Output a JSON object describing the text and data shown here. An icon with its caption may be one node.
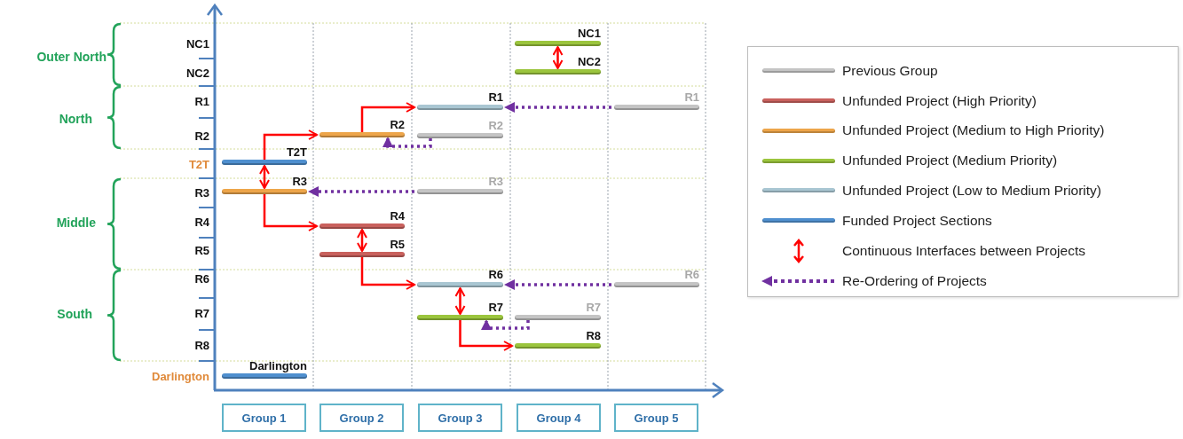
{
  "diagram": {
    "nodes": [
      {
        "text": [
          "NC1"
        ]
      },
      {
        "text": [
          "NC2"
        ]
      },
      {
        "text": [
          "R1"
        ]
      },
      {
        "text": [
          "R1"
        ]
      },
      {
        "text": [
          "R2"
        ]
      },
      {
        "text": [
          "R2"
        ]
      },
      {
        "text": [
          "T2T"
        ]
      },
      {
        "text": [
          "R3"
        ]
      },
      {
        "text": [
          "R3"
        ]
      },
      {
        "text": [
          "R4"
        ]
      },
      {
        "text": [
          "R5"
        ]
      },
      {
        "text": [
          "R6"
        ]
      },
      {
        "text": [
          "R6"
        ]
      },
      {
        "text": [
          "R7"
        ]
      },
      {
        "text": [
          "R7"
        ]
      },
      {
        "text": [
          "R8"
        ]
      },
      {
        "text": [
          "Darlington"
        ]
      },
      {
        "text": [
          "Group 1"
        ]
      },
      {
        "text": [
          "Group 2"
        ]
      },
      {
        "text": [
          "Group 3"
        ]
      },
      {
        "text": [
          "Group 4"
        ]
      },
      {
        "text": [
          "Group 5"
        ]
      }
    ],
    "edges": [
      {
        "from": 6,
        "to": 4,
        "arrow": "to"
      },
      {
        "from": 7,
        "to": 9,
        "arrow": "to"
      },
      {
        "from": 4,
        "to": 2,
        "arrow": "to"
      },
      {
        "from": 10,
        "to": 11,
        "arrow": "to"
      },
      {
        "from": 13,
        "to": 15,
        "arrow": "to"
      },
      {
        "from": 6,
        "to": 7,
        "arrow": "both"
      },
      {
        "from": 9,
        "to": 10,
        "arrow": "both"
      },
      {
        "from": 11,
        "to": 13,
        "arrow": "both"
      },
      {
        "from": 0,
        "to": 1,
        "arrow": "both"
      },
      {
        "from": 3,
        "to": 2,
        "arrow": "to",
        "style": "dashed",
        "color": "#7030a0"
      },
      {
        "from": 5,
        "to": 4,
        "arrow": "to",
        "style": "dashed",
        "color": "#7030a0"
      },
      {
        "from": 8,
        "to": 7,
        "arrow": "to",
        "style": "dashed",
        "color": "#7030a0"
      },
      {
        "from": 12,
        "to": 11,
        "arrow": "to",
        "style": "dashed",
        "color": "#7030a0"
      },
      {
        "from": 14,
        "to": 13,
        "arrow": "to",
        "style": "dashed",
        "color": "#7030a0"
      }
    ],
    "labels": [
      "Outer North",
      "NC1",
      "NC2",
      "North",
      "R1",
      "R2",
      "T2T",
      "R3",
      "Middle",
      "R4",
      "R5",
      "R6",
      "South",
      "R7",
      "R8",
      "Darlington"
    ],
    "legend": [
      {
        "text": "Previous Group",
        "color": "#c4c4c4"
      },
      {
        "text": "Unfunded Project (High Priority)",
        "color": "#c9615d"
      },
      {
        "text": "Unfunded Project (Medium to High Priority)",
        "color": "#eda54a"
      },
      {
        "text": "Unfunded Project (Medium Priority)",
        "color": "#9bc53d"
      },
      {
        "text": "Unfunded Project (Low to Medium Priority)",
        "color": "#a9c6d2"
      },
      {
        "text": "Funded Project Sections",
        "color": "#4f8fcf"
      },
      {
        "text": "Continuous Interfaces between Projects"
      },
      {
        "text": "Re-Ordering of Projects"
      }
    ]
  }
}
